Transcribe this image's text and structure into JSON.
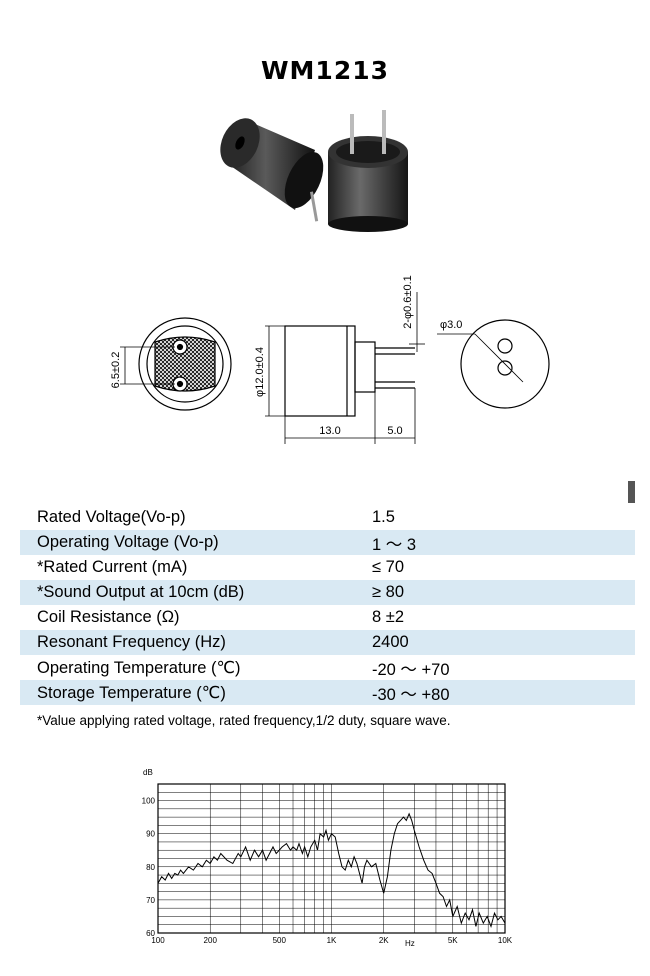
{
  "title": "WM1213",
  "drawing": {
    "dim_pin_spacing": "6.5±0.2",
    "dim_diameter": "φ12.0±0.4",
    "dim_pin_diameter": "2-φ0.6±0.1",
    "dim_hole": "φ3.0",
    "dim_length": "13.0",
    "dim_pin_length": "5.0"
  },
  "specs": [
    {
      "label": "Rated Voltage(Vo-p)",
      "value": "1.5"
    },
    {
      "label": "Operating Voltage (Vo-p)",
      "value": "1 ～ 3"
    },
    {
      "label": "*Rated Current (mA)",
      "value": "≤ 70"
    },
    {
      "label": "*Sound Output at 10cm (dB)",
      "value": "≥ 80"
    },
    {
      "label": "Coil Resistance (Ω)",
      "value": "8 ±2"
    },
    {
      "label": "Resonant Frequency (Hz)",
      "value": "2400"
    },
    {
      "label": "Operating Temperature (℃)",
      "value": "-20 ～ +70"
    },
    {
      "label": "Storage Temperature (℃)",
      "value": "-30 ～ +80"
    }
  ],
  "footnote": "*Value applying rated voltage, rated frequency,1/2 duty, square wave.",
  "chart_data": {
    "type": "line",
    "title": "",
    "xlabel": "Hz",
    "ylabel": "dB",
    "x_scale": "log",
    "grid": true,
    "xlim": [
      100,
      10000
    ],
    "ylim": [
      60,
      105
    ],
    "x_ticks": [
      {
        "value": 100,
        "label": "100"
      },
      {
        "value": 200,
        "label": "200"
      },
      {
        "value": 500,
        "label": "500"
      },
      {
        "value": 1000,
        "label": "1K"
      },
      {
        "value": 2000,
        "label": "2K"
      },
      {
        "value": 5000,
        "label": "5K"
      },
      {
        "value": 10000,
        "label": "10K"
      }
    ],
    "y_ticks": [
      {
        "value": 60,
        "label": "60"
      },
      {
        "value": 70,
        "label": "70"
      },
      {
        "value": 80,
        "label": "80"
      },
      {
        "value": 90,
        "label": "90"
      },
      {
        "value": 100,
        "label": "100"
      }
    ],
    "series": [
      {
        "x": [
          100,
          105,
          110,
          115,
          120,
          125,
          130,
          135,
          140,
          150,
          160,
          170,
          180,
          190,
          200,
          210,
          220,
          230,
          250,
          270,
          290,
          300,
          320,
          340,
          360,
          380,
          400,
          420,
          440,
          460,
          480,
          500,
          520,
          550,
          580,
          600,
          630,
          650,
          680,
          700,
          730,
          760,
          800,
          830,
          860,
          900,
          930,
          960,
          1000,
          1050,
          1100,
          1150,
          1200,
          1250,
          1300,
          1350,
          1400,
          1450,
          1500,
          1550,
          1600,
          1700,
          1800,
          1900,
          2000,
          2100,
          2200,
          2300,
          2400,
          2500,
          2600,
          2700,
          2800,
          2900,
          3000,
          3200,
          3400,
          3600,
          3800,
          4000,
          4200,
          4400,
          4600,
          4800,
          5000,
          5300,
          5600,
          5900,
          6200,
          6500,
          6800,
          7100,
          7500,
          7900,
          8300,
          8700,
          9100,
          9500,
          10000
        ],
        "y": [
          75,
          77,
          76,
          78,
          76.5,
          78,
          77.5,
          79,
          78,
          80,
          79,
          81,
          80,
          82,
          81,
          83,
          82,
          84,
          82,
          81,
          84,
          83,
          86,
          82,
          85,
          83,
          85,
          82,
          84,
          86,
          84,
          85,
          86,
          87,
          85,
          86,
          85,
          87,
          84,
          86,
          83,
          86,
          88,
          85,
          90,
          89,
          91,
          88,
          90,
          89,
          84,
          80,
          79,
          82,
          80,
          83,
          81,
          78,
          75,
          80,
          82,
          80,
          81,
          76,
          72,
          77,
          85,
          90,
          93,
          94,
          95,
          94,
          96,
          94,
          91,
          86,
          82,
          79,
          78,
          75,
          72,
          71,
          68,
          70,
          65,
          68,
          63,
          66,
          64,
          67,
          62,
          66,
          63,
          65,
          62,
          66,
          64,
          65,
          63
        ]
      }
    ]
  }
}
